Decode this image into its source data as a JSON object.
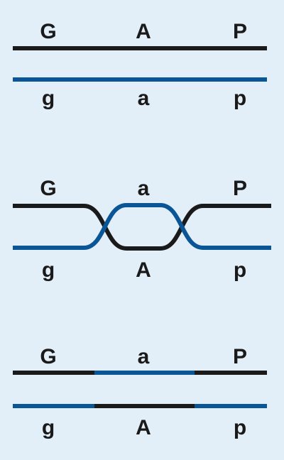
{
  "colors": {
    "background": "#e2eef8",
    "chromosome_dark": "#1a1a1a",
    "chromosome_blue": "#0a5596"
  },
  "panels": [
    {
      "top_labels": [
        "G",
        "A",
        "P"
      ],
      "bottom_labels": [
        "g",
        "a",
        "p"
      ]
    },
    {
      "top_labels": [
        "G",
        "a",
        "P"
      ],
      "bottom_labels": [
        "g",
        "A",
        "p"
      ]
    },
    {
      "top_labels": [
        "G",
        "a",
        "P"
      ],
      "bottom_labels": [
        "g",
        "A",
        "p"
      ]
    }
  ]
}
